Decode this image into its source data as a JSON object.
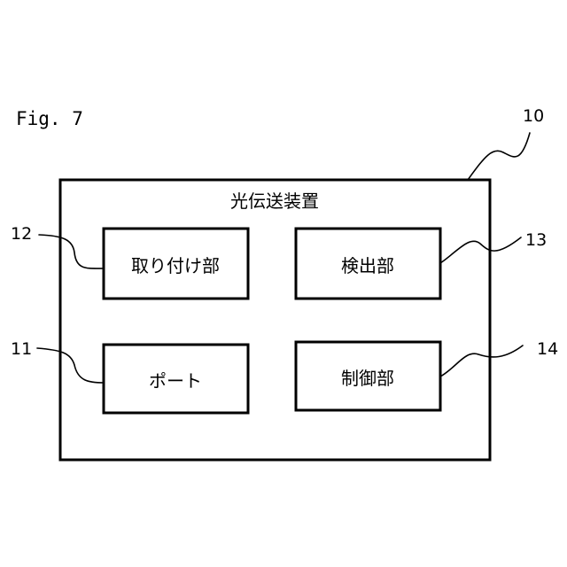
{
  "figure": {
    "label": "Fig. 7"
  },
  "device": {
    "ref": "10",
    "title": "光伝送装置"
  },
  "components": {
    "mount": {
      "ref": "12",
      "label": "取り付け部"
    },
    "detector": {
      "ref": "13",
      "label": "検出部"
    },
    "port": {
      "ref": "11",
      "label": "ポート"
    },
    "controller": {
      "ref": "14",
      "label": "制御部"
    }
  }
}
